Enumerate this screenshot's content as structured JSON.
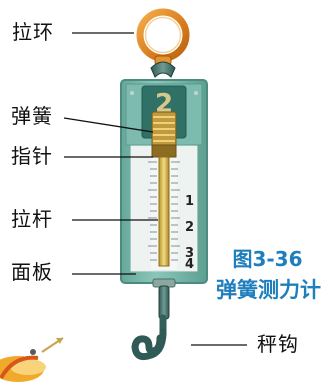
{
  "labels": {
    "ring": "拉环",
    "spring": "弹簧",
    "pointer": "指针",
    "rod": "拉杆",
    "panel": "面板",
    "hook": "秤钩"
  },
  "caption": {
    "figure": "图3-36",
    "title": "弹簧测力计"
  },
  "scale": {
    "numbers": [
      "1",
      "2",
      "3",
      "4"
    ]
  },
  "body_digit": "2",
  "colors": {
    "ring": "#dd8b2a",
    "body": "#78b8aa",
    "panel": "#f5f7f6",
    "caption": "#1f7fbd",
    "rod": "#d1b24b"
  }
}
